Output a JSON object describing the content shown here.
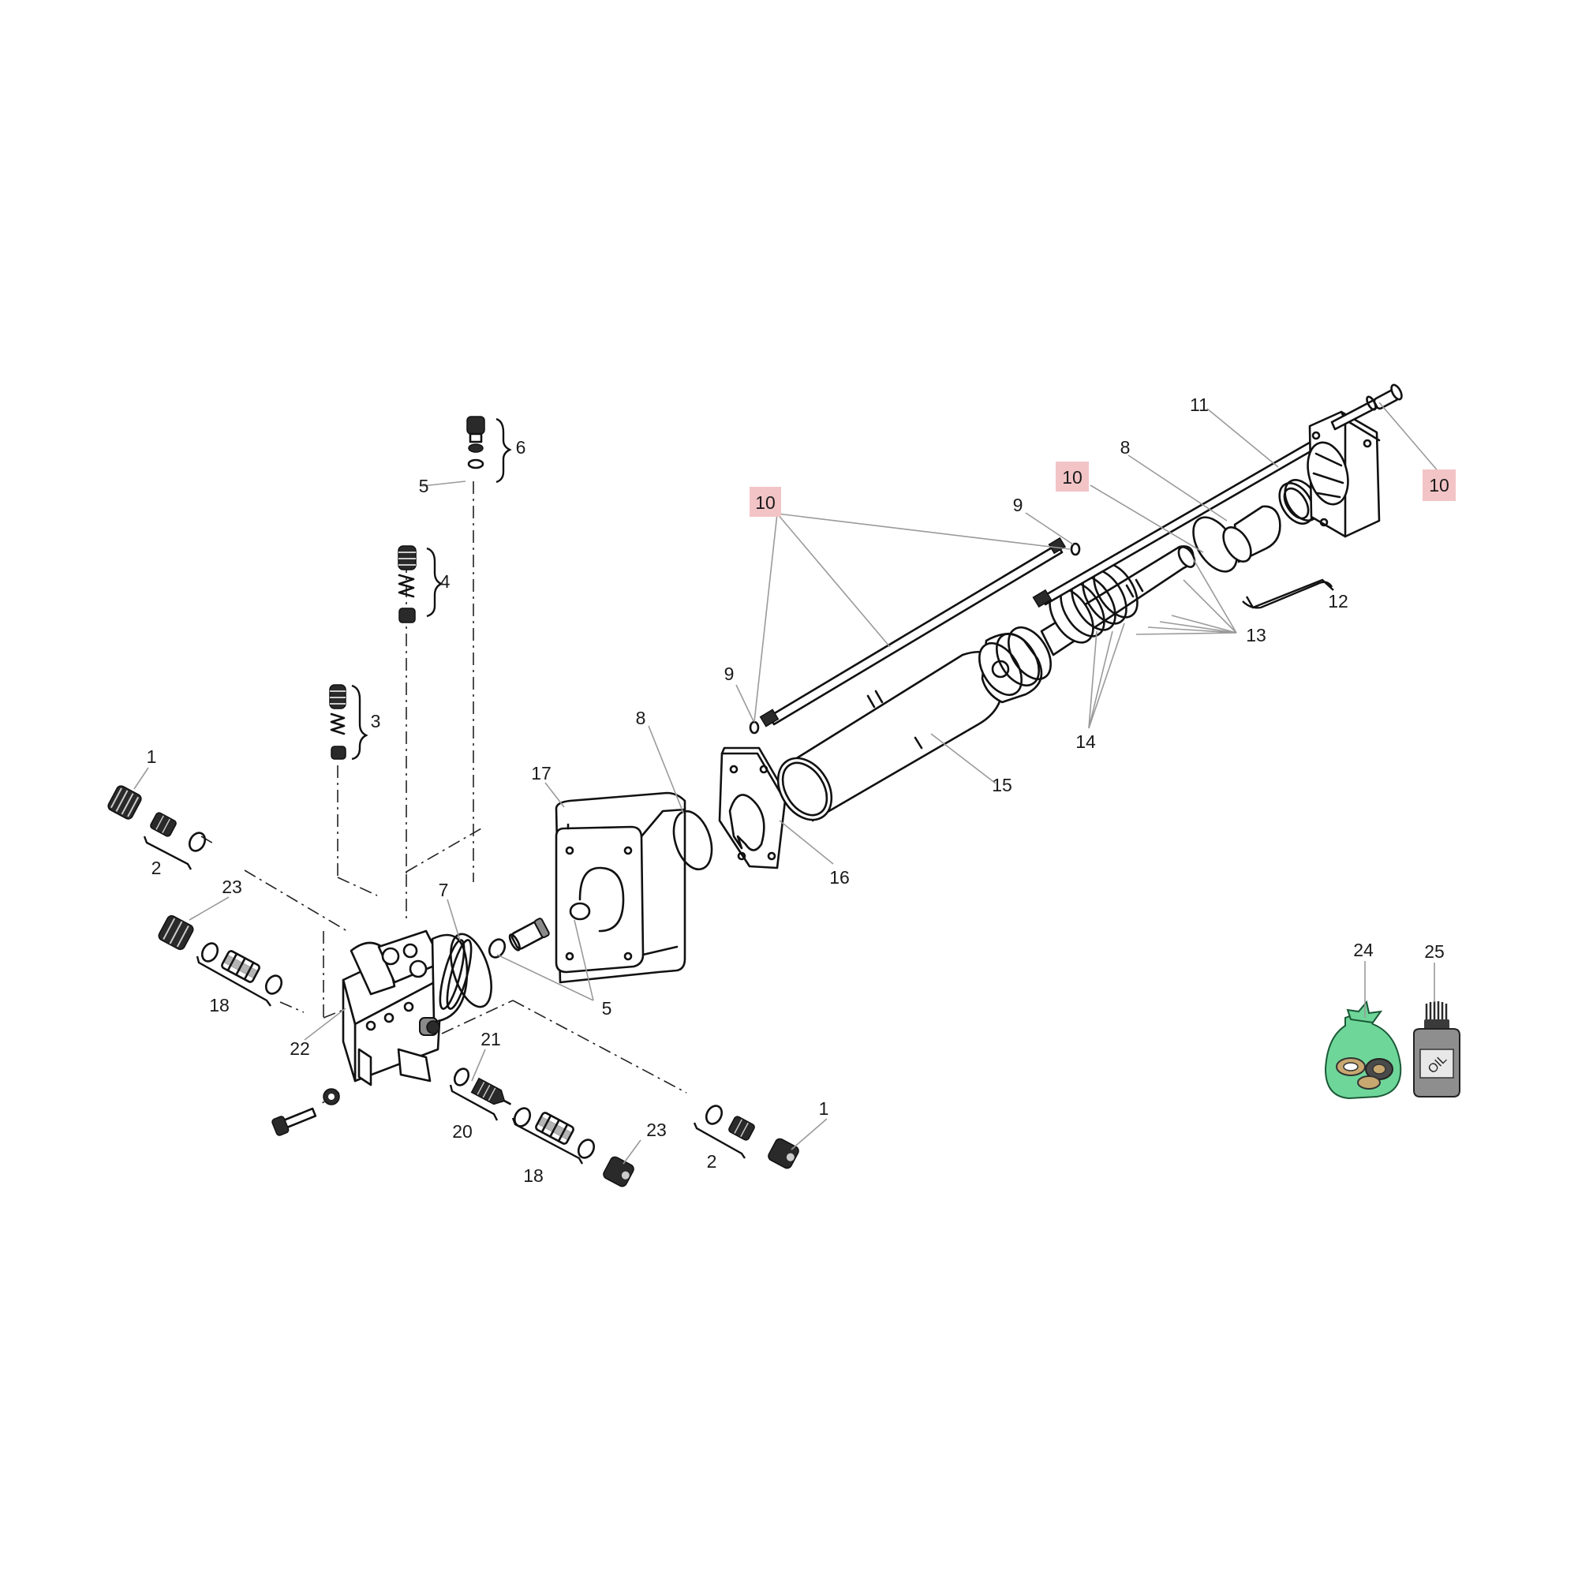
{
  "callouts": [
    {
      "id": "c1a",
      "text": "1"
    },
    {
      "id": "c2a",
      "text": "2"
    },
    {
      "id": "c23a",
      "text": "23"
    },
    {
      "id": "c18a",
      "text": "18"
    },
    {
      "id": "c22",
      "text": "22"
    },
    {
      "id": "c3",
      "text": "3"
    },
    {
      "id": "c4",
      "text": "4"
    },
    {
      "id": "c5a",
      "text": "5"
    },
    {
      "id": "c6",
      "text": "6"
    },
    {
      "id": "c7",
      "text": "7"
    },
    {
      "id": "c5b",
      "text": "5"
    },
    {
      "id": "c17",
      "text": "17"
    },
    {
      "id": "c8a",
      "text": "8"
    },
    {
      "id": "c16",
      "text": "16"
    },
    {
      "id": "c9a",
      "text": "9"
    },
    {
      "id": "c10a",
      "text": "10"
    },
    {
      "id": "c9b",
      "text": "9"
    },
    {
      "id": "c15",
      "text": "15"
    },
    {
      "id": "c14",
      "text": "14"
    },
    {
      "id": "c13",
      "text": "13"
    },
    {
      "id": "c10b",
      "text": "10"
    },
    {
      "id": "c8b",
      "text": "8"
    },
    {
      "id": "c11",
      "text": "11"
    },
    {
      "id": "c12",
      "text": "12"
    },
    {
      "id": "c10c",
      "text": "10"
    },
    {
      "id": "c21",
      "text": "21"
    },
    {
      "id": "c20",
      "text": "20"
    },
    {
      "id": "c18b",
      "text": "18"
    },
    {
      "id": "c23b",
      "text": "23"
    },
    {
      "id": "c2b",
      "text": "2"
    },
    {
      "id": "c1b",
      "text": "1"
    },
    {
      "id": "c24",
      "text": "24"
    },
    {
      "id": "c25",
      "text": "25"
    }
  ],
  "oil_bottle_label": "OIL",
  "colors": {
    "highlight": "#f2c4c6",
    "seal_bag": "#6fd69a",
    "line": "#111111",
    "leader": "#9a9a9a"
  }
}
